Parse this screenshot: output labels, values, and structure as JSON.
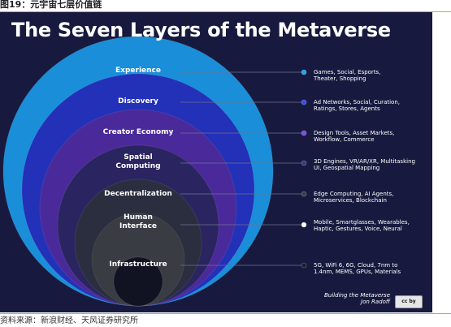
{
  "caption": "图19：元宇宙七层价值链",
  "source": "资料来源：新浪财经、天风证券研究所",
  "diagram": {
    "title": "The Seven Layers of the Metaverse",
    "layers": [
      {
        "name": "Experience",
        "name_lines": [
          "Experience"
        ],
        "desc_lines": [
          "Games, Social, Esports,",
          "Theater, Shopping"
        ],
        "color": "#1a8ed8",
        "dot": "#22a6f0"
      },
      {
        "name": "Discovery",
        "name_lines": [
          "Discovery"
        ],
        "desc_lines": [
          "Ad Networks, Social, Curation,",
          "Ratings, Stores, Agents"
        ],
        "color": "#2330b8",
        "dot": "#3c4cf0"
      },
      {
        "name": "Creator Economy",
        "name_lines": [
          "Creator Economy"
        ],
        "desc_lines": [
          "Design Tools, Asset Markets,",
          "Workflow, Commerce"
        ],
        "color": "#4a2a9a",
        "dot": "#7d4ce0"
      },
      {
        "name": "Spatial Computing",
        "name_lines": [
          "Spatial",
          "Computing"
        ],
        "desc_lines": [
          "3D Engines, VR/AR/XR, Multitasking",
          "UI, Geospatial Mapping"
        ],
        "color": "#2a2560",
        "dot": "#3a3a80"
      },
      {
        "name": "Decentralization",
        "name_lines": [
          "Decentralization"
        ],
        "desc_lines": [
          "Edge Computing, AI Agents,",
          "Microservices, Blockchain"
        ],
        "color": "#2b2e3e",
        "dot": "#3a3d4c"
      },
      {
        "name": "Human Interface",
        "name_lines": [
          "Human",
          "Interface"
        ],
        "desc_lines": [
          "Mobile, Smartglasses, Wearables,",
          "Haptic, Gestures, Voice, Neural"
        ],
        "color": "#3a3c44",
        "dot": "#ffffff"
      },
      {
        "name": "Infrastructure",
        "name_lines": [
          "Infrastructure"
        ],
        "desc_lines": [
          "5G, WiFi 6, 6G, Cloud, 7nm to",
          "1.4nm, MEMS, GPUs, Materials"
        ],
        "color": "#121322",
        "dot": "#1c1d2c"
      }
    ],
    "credit_lines": [
      "Building the Metaverse",
      "Jon Radoff"
    ],
    "license": "cc by"
  }
}
